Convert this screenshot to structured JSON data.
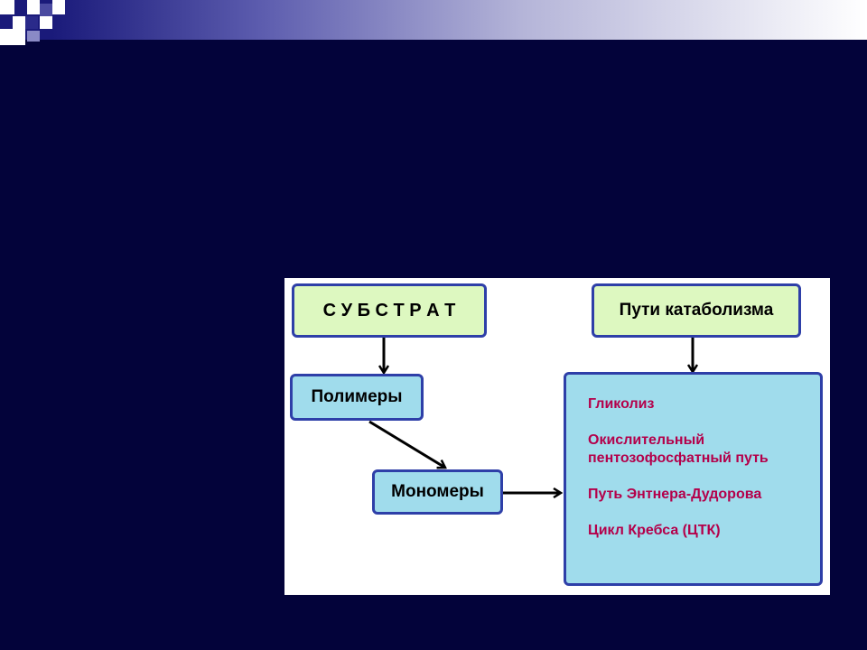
{
  "slide": {
    "background_color": "#03033a",
    "header_gradient": [
      "#1a1a7a",
      "#ffffff"
    ]
  },
  "diagram": {
    "substrate": "С У Б С Т Р А Т",
    "polymers": "Полимеры",
    "monomers": "Мономеры",
    "catabolism_paths": "Пути катаболизма",
    "pathways": [
      "Гликолиз",
      "Окислительный пентозофосфатный путь",
      "Путь Энтнера-Дудорова",
      "Цикл Кребса (ЦТК)"
    ],
    "colors": {
      "green_box": "#ddf8c0",
      "blue_box": "#a0dcec",
      "border": "#2e3fa8",
      "pathway_text": "#b4004a"
    }
  }
}
